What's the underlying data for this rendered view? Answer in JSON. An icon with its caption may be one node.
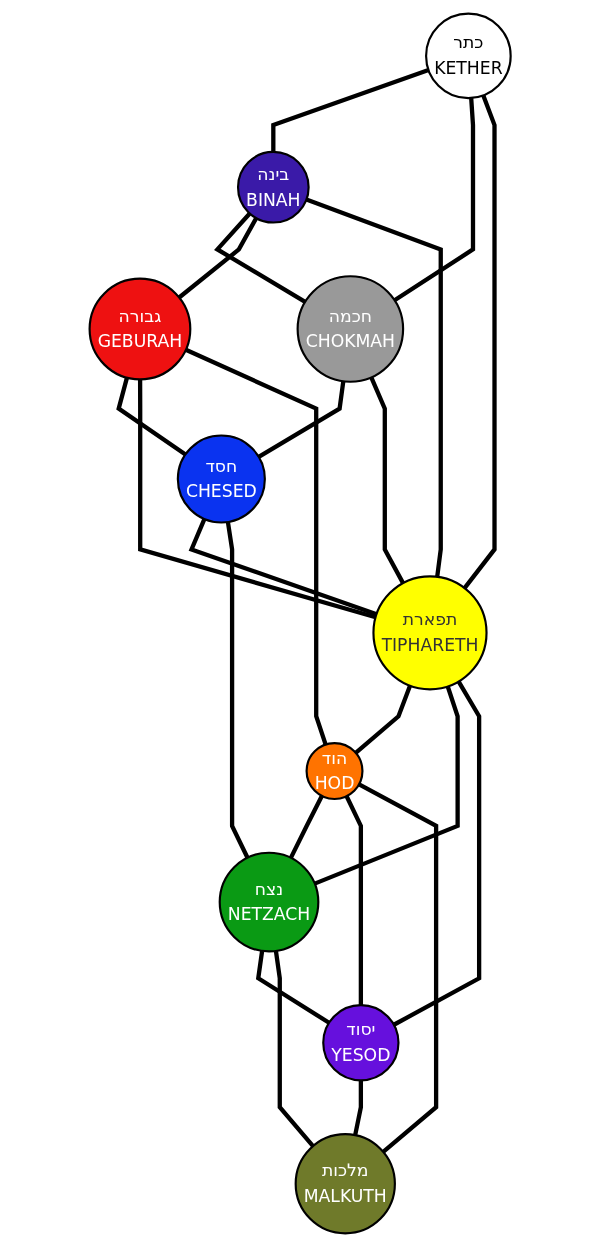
{
  "diagram": {
    "nodes": [
      {
        "text": [
          "כתר",
          "KETHER"
        ]
      },
      {
        "text": [
          "בינה",
          "BINAH"
        ]
      },
      {
        "text": [
          "חכמה",
          "CHOKMAH"
        ]
      },
      {
        "text": [
          "גבורה",
          "GEBURAH"
        ]
      },
      {
        "text": [
          "חסד",
          "CHESED"
        ]
      },
      {
        "text": [
          "תפארת",
          "TIPHARETH"
        ]
      },
      {
        "text": [
          "הוד",
          "HOD"
        ]
      },
      {
        "text": [
          "נצח",
          "NETZACH"
        ]
      },
      {
        "text": [
          "יסוד",
          "YESOD"
        ]
      },
      {
        "text": [
          "מלכות",
          "MALKUTH"
        ]
      }
    ],
    "edges": [
      {
        "from": 0,
        "to": 1,
        "arrow": "none"
      },
      {
        "from": 0,
        "to": 2,
        "arrow": "none"
      },
      {
        "from": 0,
        "to": 5,
        "arrow": "none"
      },
      {
        "from": 1,
        "to": 2,
        "arrow": "none"
      },
      {
        "from": 1,
        "to": 3,
        "arrow": "none"
      },
      {
        "from": 1,
        "to": 5,
        "arrow": "none"
      },
      {
        "from": 2,
        "to": 4,
        "arrow": "none"
      },
      {
        "from": 2,
        "to": 5,
        "arrow": "none"
      },
      {
        "from": 3,
        "to": 4,
        "arrow": "none"
      },
      {
        "from": 3,
        "to": 5,
        "arrow": "none"
      },
      {
        "from": 3,
        "to": 6,
        "arrow": "none"
      },
      {
        "from": 4,
        "to": 5,
        "arrow": "none"
      },
      {
        "from": 4,
        "to": 7,
        "arrow": "none"
      },
      {
        "from": 5,
        "to": 6,
        "arrow": "none"
      },
      {
        "from": 5,
        "to": 7,
        "arrow": "none"
      },
      {
        "from": 5,
        "to": 8,
        "arrow": "none"
      },
      {
        "from": 6,
        "to": 7,
        "arrow": "none"
      },
      {
        "from": 6,
        "to": 8,
        "arrow": "none"
      },
      {
        "from": 6,
        "to": 9,
        "arrow": "none"
      },
      {
        "from": 7,
        "to": 8,
        "arrow": "none"
      },
      {
        "from": 7,
        "to": 9,
        "arrow": "none"
      },
      {
        "from": 8,
        "to": 9,
        "arrow": "none"
      }
    ]
  }
}
